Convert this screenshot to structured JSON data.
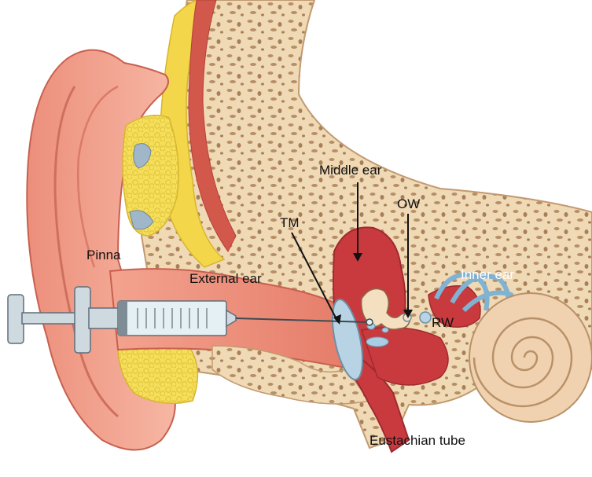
{
  "labels": {
    "pinna": "Pinna",
    "external_ear": "External ear",
    "middle_ear": "Middle ear",
    "tm": "TM",
    "ow": "OW",
    "inner_ear": "Inner ear",
    "rw": "RW",
    "eustachian_tube": "Eustachian tube"
  },
  "colors": {
    "skin": "#f2a08c",
    "skin_dark": "#d9705f",
    "bone": "#f0d9b5",
    "bone_pore": "#b78f66",
    "fat": "#f5df5a",
    "cavity": "#c93a3f",
    "cochlea": "#f1d2b0",
    "canal_blue": "#a9cde3",
    "syringe": "#dfe8ee"
  }
}
